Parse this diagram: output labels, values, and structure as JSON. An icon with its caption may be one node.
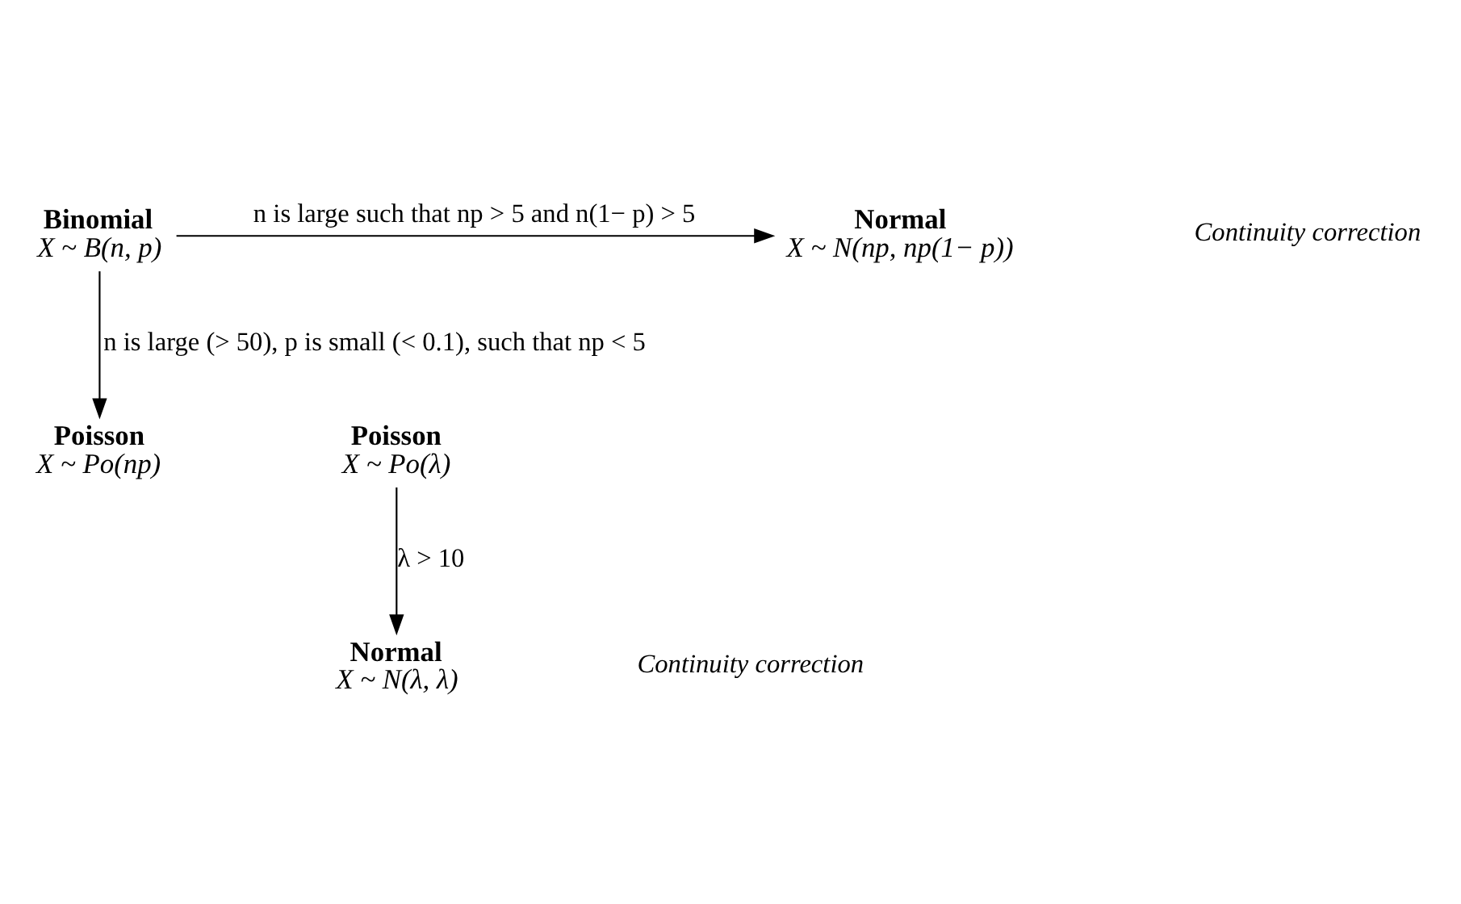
{
  "diagram": {
    "nodes": [
      {
        "text": [
          "Binomial",
          "X ~ B(n, p)"
        ]
      },
      {
        "text": [
          "Normal",
          "X ~ N(np, np(1− p))"
        ]
      },
      {
        "text": [
          "Normal",
          "X ~ N(λ, λ)"
        ]
      },
      {
        "text": [
          "Poisson",
          "X ~ Po(np)"
        ]
      },
      {
        "text": [
          "Poisson",
          "X ~ Po(λ)"
        ]
      }
    ],
    "edges": [
      {
        "from": 0,
        "to": 1,
        "arrow": "to",
        "label": "n is large such that np > 5 and n(1− p) > 5"
      },
      {
        "from": 0,
        "to": 3,
        "arrow": "to",
        "label": "n is large (> 50), p is small (< 0.1), such that np < 5"
      },
      {
        "from": 4,
        "to": 2,
        "arrow": "to",
        "label": "λ > 10"
      }
    ],
    "labels": [
      "Continuity correction",
      "Continuity correction"
    ]
  }
}
